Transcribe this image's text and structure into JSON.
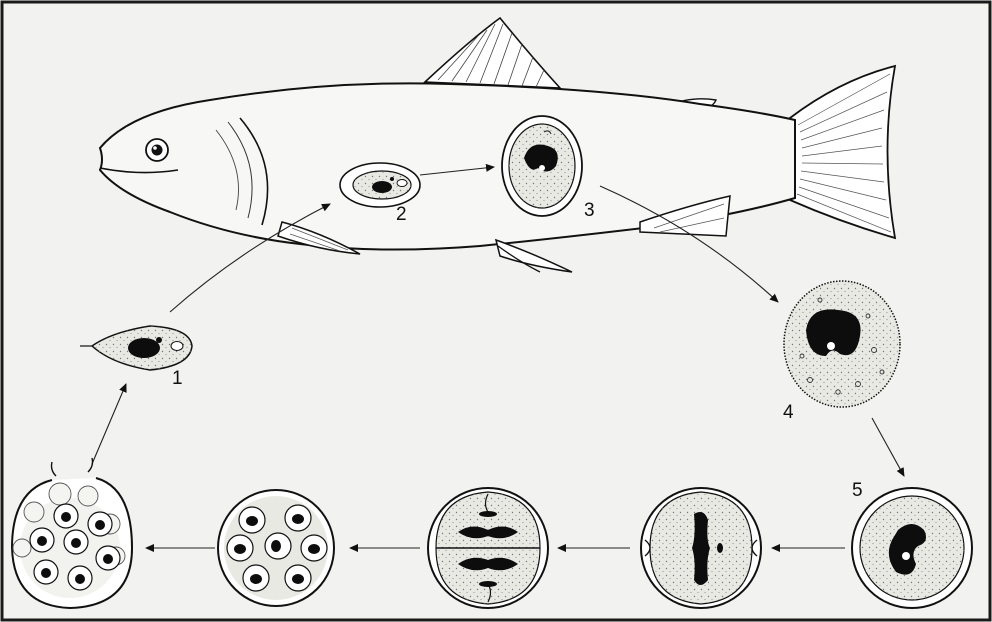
{
  "diagram": {
    "subject": "fish-parasite-life-cycle",
    "stage_labels": [
      "1",
      "2",
      "3",
      "4",
      "5"
    ],
    "colors": {
      "background": "#f2f2f0",
      "border": "#1a1a1a",
      "ink": "#111111",
      "fish_fill": "#f7f7f5",
      "cell_fill": "#e9e9e4",
      "nucleus": "#0d0d0d"
    }
  }
}
